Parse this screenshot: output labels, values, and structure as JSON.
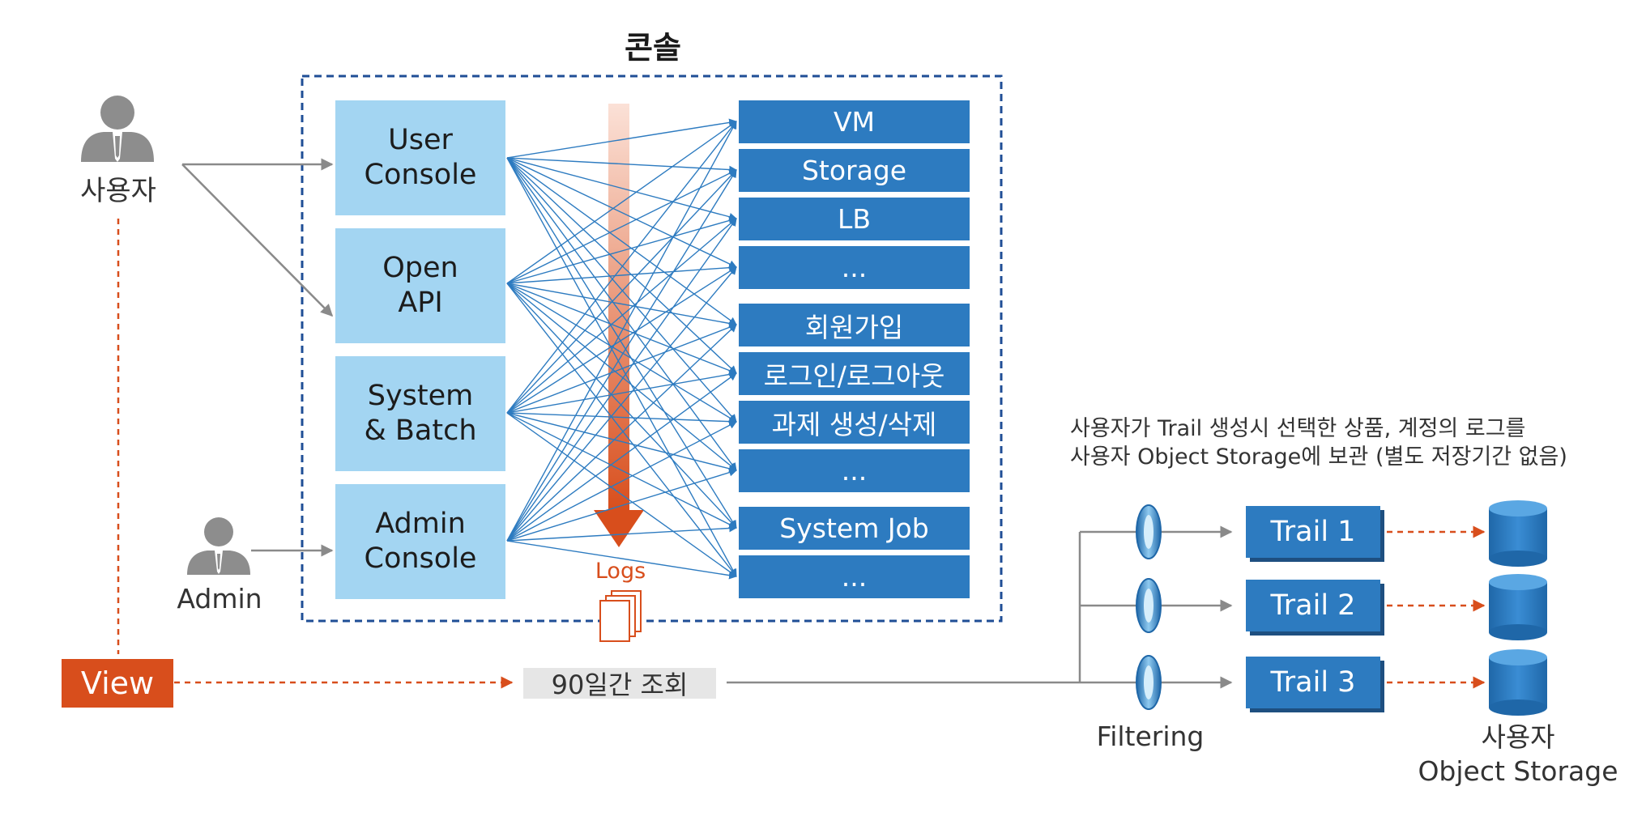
{
  "console_title": "콘솔",
  "actors": {
    "user_label": "사용자",
    "admin_label": "Admin"
  },
  "clients": {
    "user_console": [
      "User",
      "Console"
    ],
    "open_api": [
      "Open",
      "API"
    ],
    "system_batch": [
      "System",
      "& Batch"
    ],
    "admin_console": [
      "Admin",
      "Console"
    ]
  },
  "services": {
    "vm": "VM",
    "storage": "Storage",
    "lb": "LB",
    "more1": "...",
    "signup": "회원가입",
    "login_logout": "로그인/로그아웃",
    "task": "과제 생성/삭제",
    "more2": "...",
    "system_job": "System Job",
    "more3": "..."
  },
  "logs_label": "Logs",
  "view_button": "View",
  "query_label": "90일간 조회",
  "note": [
    "사용자가 Trail 생성시 선택한 상품, 계정의 로그를",
    "사용자 Object Storage에 보관 (별도 저장기간 없음)"
  ],
  "filtering_label": "Filtering",
  "trails": [
    "Trail 1",
    "Trail 2",
    "Trail 3"
  ],
  "storage_label": [
    "사용자",
    "Object Storage"
  ],
  "colors": {
    "client_box": "#a3d5f2",
    "service_box": "#2d7bc0",
    "accent_orange": "#d84e1c",
    "dashed_border": "#1f4e96",
    "gray_arrow": "#8a8a8a"
  }
}
